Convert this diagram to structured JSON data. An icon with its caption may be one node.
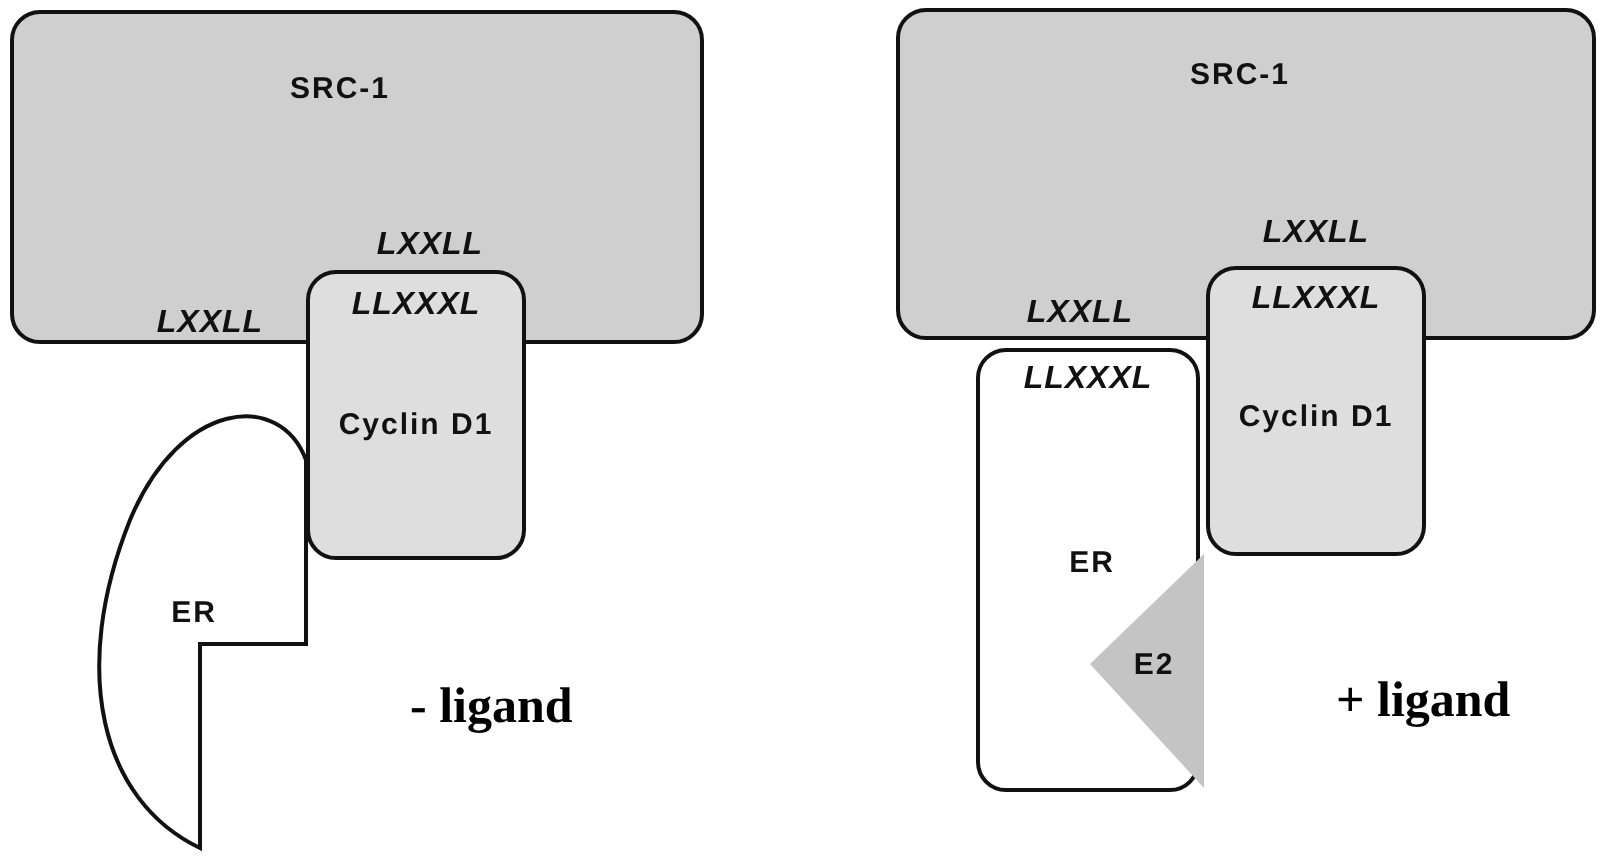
{
  "diagram": {
    "nodes": [
      {
        "text": [
          "SRC-1",
          "LXXLL",
          "LXXLL"
        ]
      },
      {
        "text": [
          "LLXXXL",
          "Cyclin D1"
        ]
      },
      {
        "text": [
          "ER"
        ]
      },
      {
        "text": [
          "SRC-1",
          "LXXLL",
          "LXXLL"
        ]
      },
      {
        "text": [
          "LLXXXL",
          "Cyclin D1"
        ]
      },
      {
        "text": [
          "LLXXXL",
          "ER"
        ]
      },
      {
        "text": [
          "E2"
        ],
        "in": 5
      }
    ],
    "labels": [
      "- ligand",
      "+ ligand"
    ]
  }
}
